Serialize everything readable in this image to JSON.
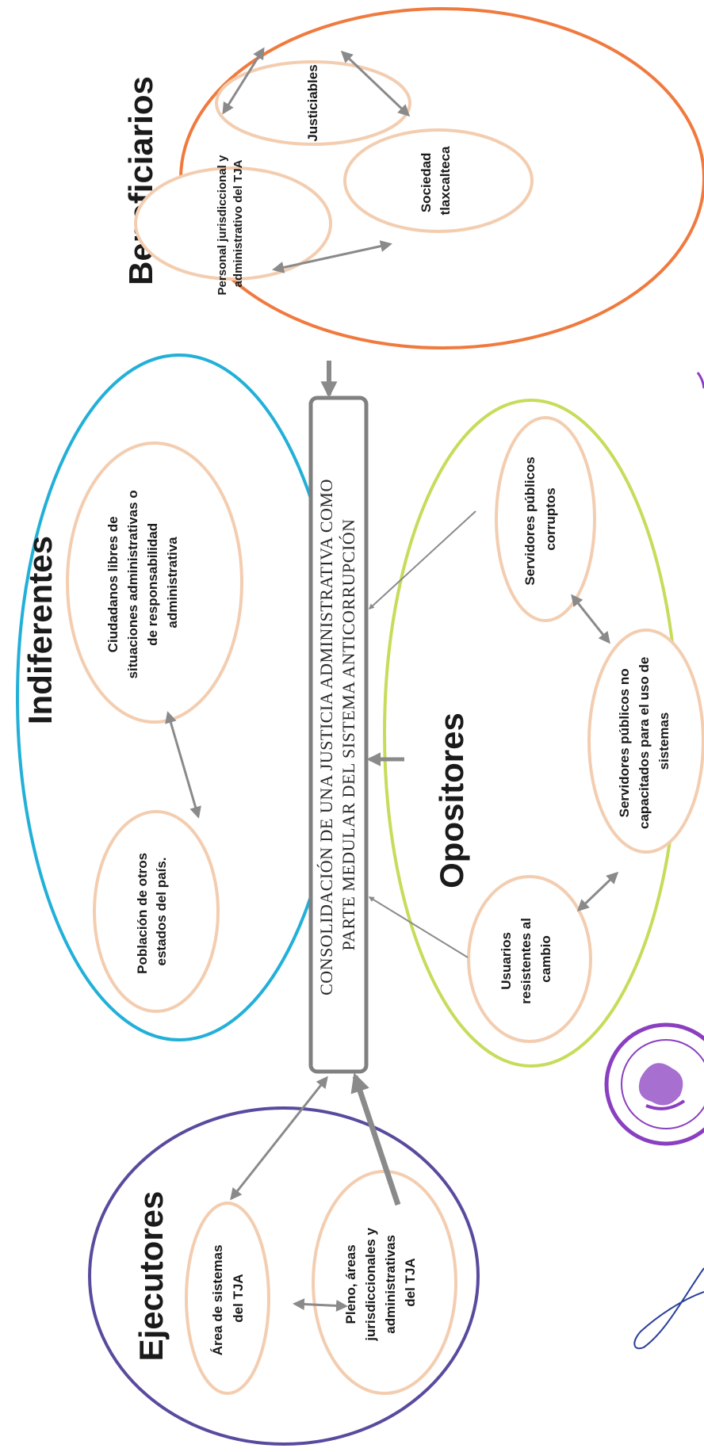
{
  "central": {
    "line1": "CONSOLIDACIÓN  DE UNA JUSTICIA ADMINISTRATIVA COMO",
    "line2": "PARTE MEDULAR DEL SISTEMA ANTICORRUPCIÓN"
  },
  "groups": {
    "beneficiarios": {
      "title": "Beneficiarios",
      "color": "#f07a3e",
      "nodes": {
        "personal": [
          "Personal jurisdiccional y",
          "administrativo del TJA"
        ],
        "justiciables": [
          "Justiciables"
        ],
        "sociedad": [
          "Sociedad",
          "tlaxcalteca"
        ]
      }
    },
    "indiferentes": {
      "title": "Indiferentes",
      "color": "#22b0d8",
      "nodes": {
        "ciudadanos": [
          "Ciudadanos libres de",
          "situaciones administrativas o",
          "de responsabilidad",
          "administrativa"
        ],
        "poblacion": [
          "Población de otros",
          "estados del país."
        ]
      }
    },
    "opositores": {
      "title": "Opositores",
      "color": "#c6dc5a",
      "nodes": {
        "corruptos": [
          "Servidores públicos",
          "corruptos"
        ],
        "no_capacitados": [
          "Servidores públicos no",
          "capacitados para el uso de",
          "sistemas"
        ],
        "usuarios": [
          "Usuarios",
          "resistentes al",
          "cambio"
        ]
      }
    },
    "ejecutores": {
      "title": "Ejecutores",
      "color": "#5a4a9e",
      "nodes": {
        "area_sistemas": [
          "Área de sistemas",
          "del TJA"
        ],
        "pleno": [
          "Pleno, áreas",
          "jurisdiccionales y",
          "administrativas",
          "del TJA"
        ]
      }
    }
  },
  "colors": {
    "node_border": "#f3cdb0",
    "arrow": "#8a8a8a",
    "stamp": "#8a3fc0",
    "signature": "#2a3f9a"
  }
}
